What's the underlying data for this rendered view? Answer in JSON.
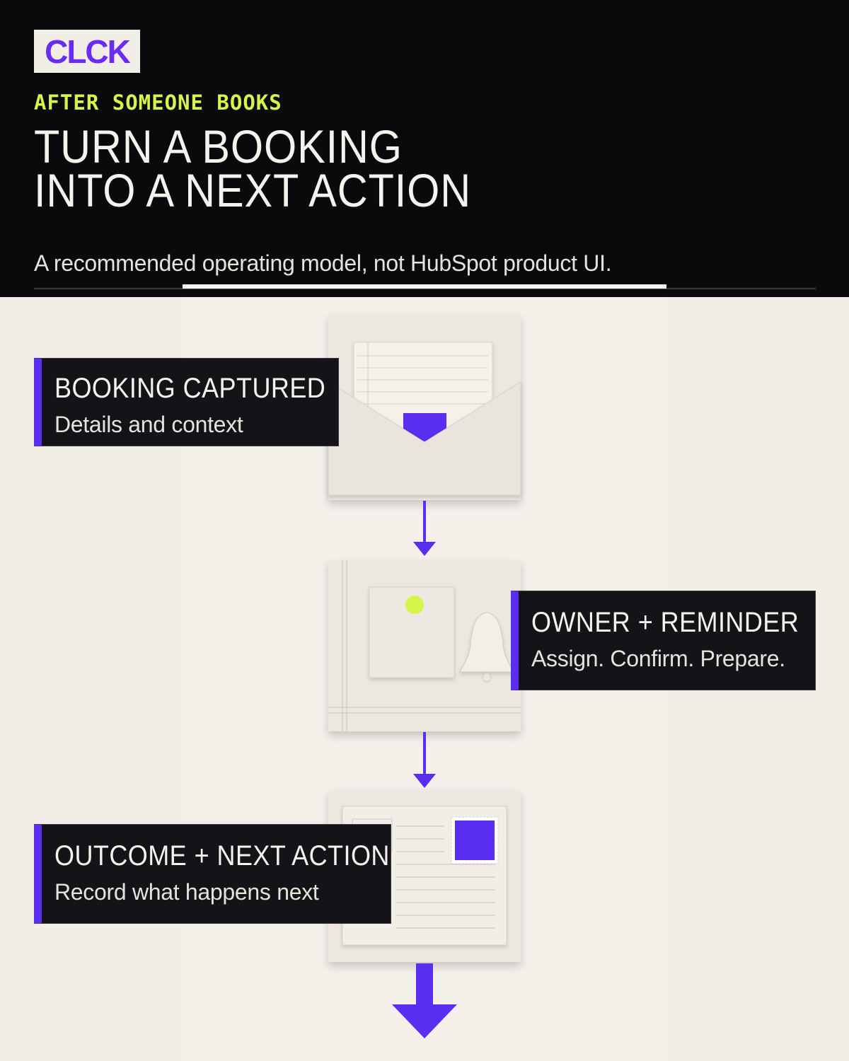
{
  "brand": {
    "logo_text": "CLCK"
  },
  "header": {
    "eyebrow": "AFTER SOMEONE BOOKS",
    "headline_line1": "TURN A BOOKING",
    "headline_line2": "INTO A NEXT ACTION",
    "subtitle": "A recommended operating model, not HubSpot product UI."
  },
  "steps": [
    {
      "title": "BOOKING CAPTURED",
      "description": "Details and context",
      "icon": "envelope-icon"
    },
    {
      "title": "OWNER + REMINDER",
      "description": "Assign. Confirm. Prepare.",
      "icon": "bell-icon"
    },
    {
      "title": "OUTCOME + NEXT ACTION",
      "description": "Record what happens next",
      "icon": "postcard-icon"
    }
  ],
  "colors": {
    "accent": "#5a2ef0",
    "highlight": "#d6f549",
    "background_dark": "#0a0a0c",
    "paper": "#f1eee8"
  }
}
